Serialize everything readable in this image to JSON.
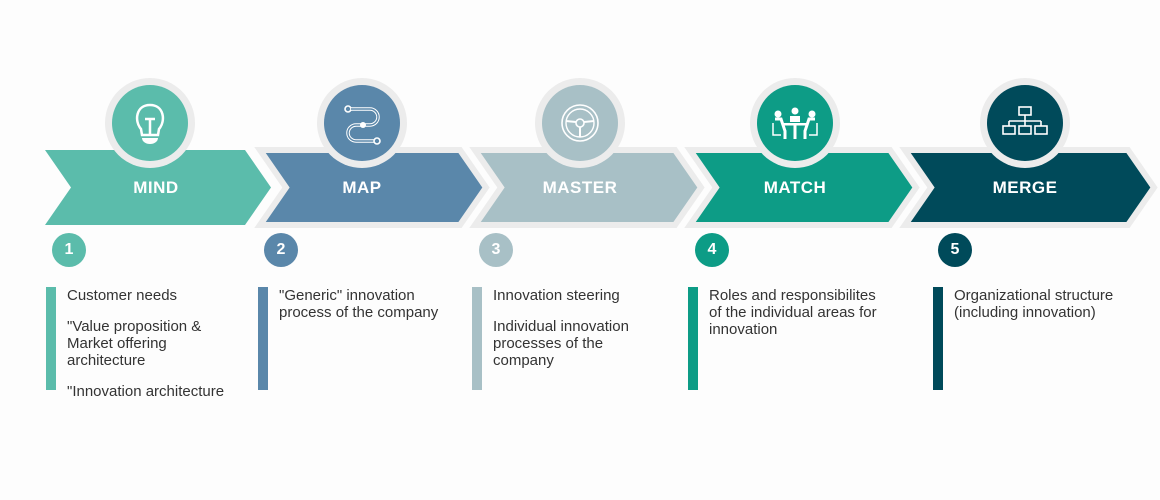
{
  "steps": [
    {
      "title": "MIND",
      "number": "1",
      "color": "#5bbcab",
      "icon": "lightbulb-icon",
      "items": [
        "Customer needs",
        "\"Value proposition & Market offering architecture",
        "\"Innovation architecture"
      ]
    },
    {
      "title": "MAP",
      "number": "2",
      "color": "#5a87aa",
      "icon": "process-path-icon",
      "items": [
        "\"Generic\" innovation process of the company"
      ]
    },
    {
      "title": "MASTER",
      "number": "3",
      "color": "#a8c0c6",
      "icon": "steering-wheel-icon",
      "items": [
        "Innovation steering",
        "Individual innovation processes of the company"
      ]
    },
    {
      "title": "MATCH",
      "number": "4",
      "color": "#0d9c86",
      "icon": "meeting-people-icon",
      "items": [
        "Roles and responsibilites of the individual areas for innovation"
      ]
    },
    {
      "title": "MERGE",
      "number": "5",
      "color": "#004a5a",
      "icon": "org-chart-icon",
      "items": [
        "Organizational structure (including innovation)"
      ]
    }
  ]
}
